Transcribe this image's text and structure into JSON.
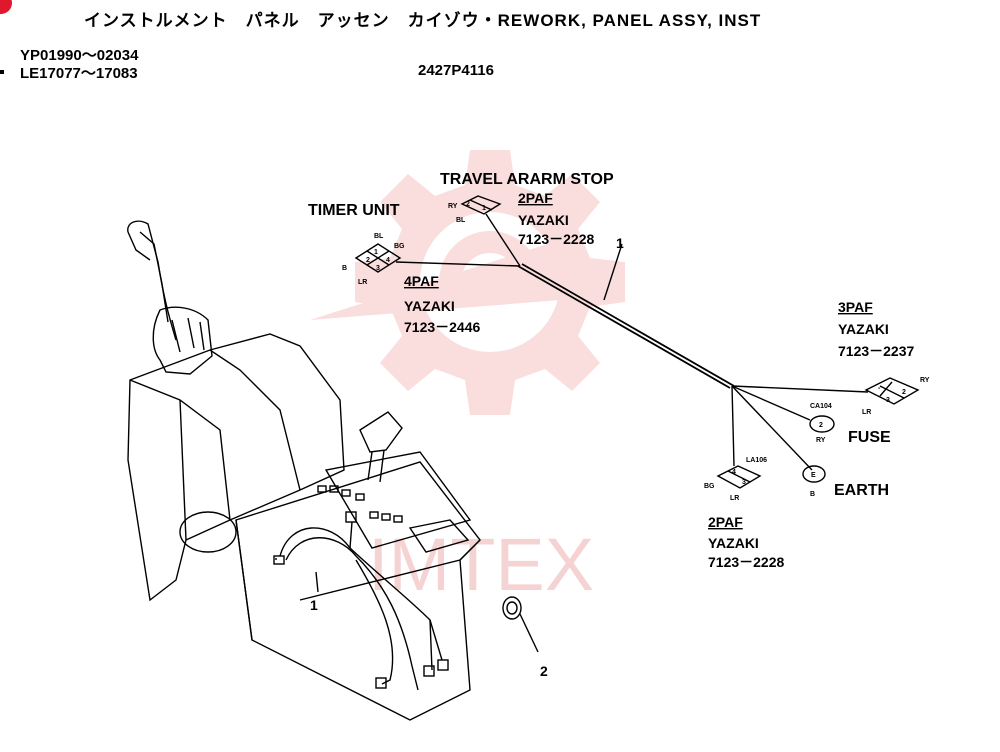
{
  "header": {
    "title": "インストルメント　パネル　アッセン　カイゾウ・REWORK, PANEL ASSY, INST",
    "serial_1": "YP01990～02034",
    "serial_2": "LE17077～17083",
    "part_number": "2427P4116"
  },
  "watermark": {
    "text": "IMTEX",
    "color": "#f4b8b8"
  },
  "callouts": {
    "harness_1": "1",
    "harness_1b": "1",
    "grommet_2": "2"
  },
  "connectors": {
    "travel_alarm": {
      "name": "TRAVEL ARARM STOP",
      "type": "2PAF",
      "maker": "YAZAKI",
      "part": "7123－2228",
      "wire_a": "RY",
      "wire_b": "BL",
      "pin_a": "2",
      "pin_b": "1"
    },
    "timer_unit": {
      "name": "TIMER UNIT",
      "type": "4PAF",
      "maker": "YAZAKI",
      "part": "7123－2446",
      "wire_a": "BL",
      "wire_b": "BG",
      "wire_c": "B",
      "wire_d": "LR",
      "pin_1": "1",
      "pin_2": "2",
      "pin_3": "3",
      "pin_4": "4"
    },
    "three_paf": {
      "type": "3PAF",
      "maker": "YAZAKI",
      "part": "7123－2237",
      "wire_a": "RY",
      "wire_b": "LR",
      "pin_1": "1",
      "pin_2": "2",
      "pin_3": "3"
    },
    "fuse": {
      "name": "FUSE",
      "code": "CA104",
      "wire": "RY",
      "pin": "2"
    },
    "earth": {
      "name": "EARTH",
      "wire": "B",
      "pin": "E"
    },
    "bottom_2paf": {
      "type": "2PAF",
      "maker": "YAZAKI",
      "part": "7123－2228",
      "code": "LA106",
      "wire_a": "BG",
      "wire_b": "LR",
      "pin_1": "4",
      "pin_2": "3"
    }
  }
}
